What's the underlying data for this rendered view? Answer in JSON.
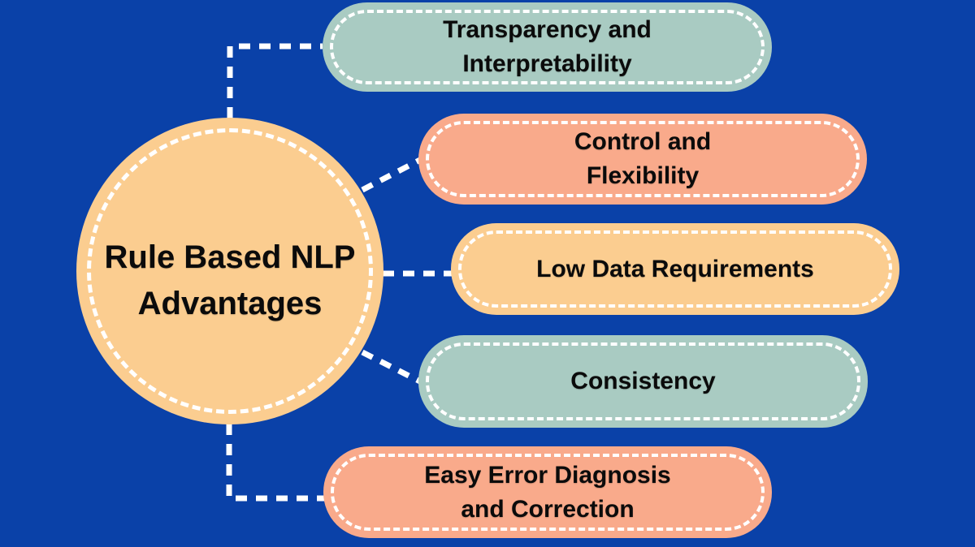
{
  "title": "Rule Based NLP Advantages",
  "colors": {
    "background": "#0A41A8",
    "teal": "#A9CBC2",
    "salmon": "#F9AA8B",
    "peach": "#FBCD90",
    "text": "#0B0B0B",
    "connector": "#FFFFFF"
  },
  "center_node": {
    "fill": "#FBCD90",
    "lines": [
      "Rule Based NLP",
      "Advantages"
    ]
  },
  "nodes": [
    {
      "id": "transparency-interpretability",
      "fill": "#A9CBC2",
      "lines": [
        "Transparency and",
        "Interpretability"
      ]
    },
    {
      "id": "control-flexibility",
      "fill": "#F9AA8B",
      "lines": [
        "Control and",
        "Flexibility"
      ]
    },
    {
      "id": "low-data-requirements",
      "fill": "#FBCD90",
      "lines": [
        "Low Data Requirements"
      ]
    },
    {
      "id": "consistency",
      "fill": "#A9CBC2",
      "lines": [
        "Consistency"
      ]
    },
    {
      "id": "easy-error-diagnosis",
      "fill": "#F9AA8B",
      "lines": [
        "Easy Error Diagnosis",
        "and Correction"
      ]
    }
  ]
}
